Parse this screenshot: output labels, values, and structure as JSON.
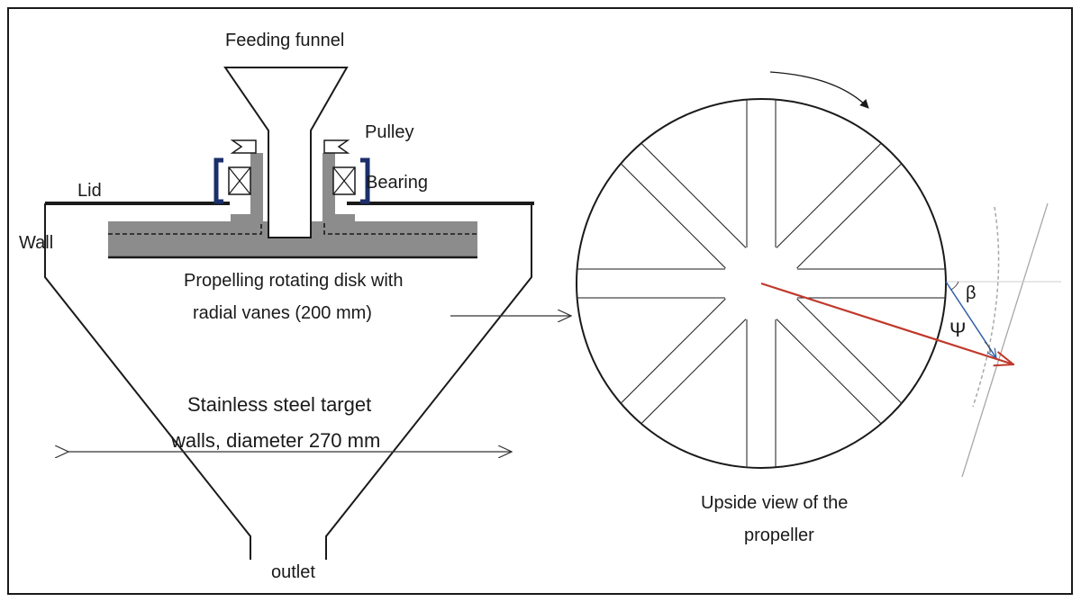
{
  "labels": {
    "feeding_funnel": "Feeding funnel",
    "pulley": "Pulley",
    "bearing": "Bearing",
    "lid": "Lid",
    "wall": "Wall",
    "disk_line1": "Propelling rotating disk with",
    "disk_line2": "radial vanes (200 mm)",
    "target_line1": "Stainless steel target",
    "target_line2": "walls, diameter 270 mm",
    "outlet": "outlet",
    "upside_line1": "Upside view of the",
    "upside_line2": "propeller",
    "beta": "β",
    "psi": "Ψ"
  },
  "colors": {
    "ink": "#1a1a1a",
    "disk_gray": "#8c8c8c",
    "bracket_navy": "#1b2f6b",
    "velocity_red": "#c0392b",
    "tangent_blue": "#2f5fa8",
    "guide_gray": "#a8a8a8"
  }
}
